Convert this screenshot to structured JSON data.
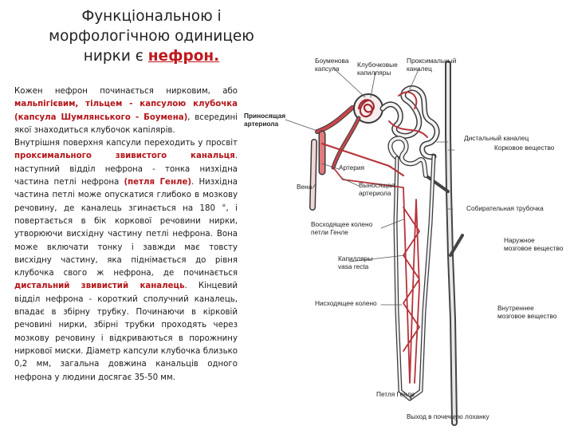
{
  "title": {
    "line1": "Функціональною і",
    "line2": "морфологічною одиницею",
    "line3_prefix": "нирки є ",
    "line3_highlight": "нефрон."
  },
  "body": {
    "p1_a": "Кожен нефрон починається нирковим, або ",
    "p1_r1": "мальпігієвим, тільцем - капсулою клубочка (капсула Шумлянського - Боумена)",
    "p1_b": ", всередині якої знаходиться клубочок капілярів.",
    "p2_a": "Внутрішня поверхня капсули переходить у просвіт ",
    "p2_r1": "проксимального звивистого канальця",
    "p2_b": ". наступний відділ нефрона - тонка низхідна частина петлі нефрона ",
    "p2_r2": "(петля Генле)",
    "p2_c": ". Низхідна частина петлі може опускатися глибоко в мозкову речовину, де каналець згинається на 180 °, і повертається в бік коркової речовини нирки, утворюючи висхідну частину петлі нефрона. Вона може включати тонку і завжди має товсту висхідну частину, яка піднімається до рівня клубочка свого ж нефрона, де починається ",
    "p2_r3": "дистальний звивистий каналець",
    "p2_d": ". Кінцевий відділ нефрона - короткий сполучний каналець, впадає в збірну трубку. Починаючи в кірковій речовині нирки, збірні трубки проходять через мозкову речовину і відкриваються в порожнину ниркової миски. Діаметр капсули клубочка близько 0,2 мм, загальна довжина канальців одного нефрона у людини досягає 35-50 мм."
  },
  "diagram_labels": {
    "bowman": "Боуменова\nкапсула",
    "glom_caps": "Клубочковые\nкапилляры",
    "proximal": "Проксимальный\nканалец",
    "afferent": "Приносящая\nартериола",
    "distal": "Дистальный каналец",
    "cortex": "Корковое вещество",
    "artery": "Артерия",
    "vein": "Вена",
    "efferent": "Выносящая\nартериола",
    "collecting": "Собирательная трубочка",
    "ascending": "Восходящее колено\nпетли Генле",
    "outer_medulla": "Наружное\nмозговое вещество",
    "vasa_recta": "Капилляры\nvasa recta",
    "descending": "Нисходящее колено",
    "inner_medulla": "Внутреннее\nмозговое вещество",
    "loop": "Петля Генле",
    "pelvis": "Выход в почечную лоханку"
  },
  "colors": {
    "accent": "#c0181d",
    "vessel_red": "#b6333a",
    "outline": "#3a3a3a"
  }
}
